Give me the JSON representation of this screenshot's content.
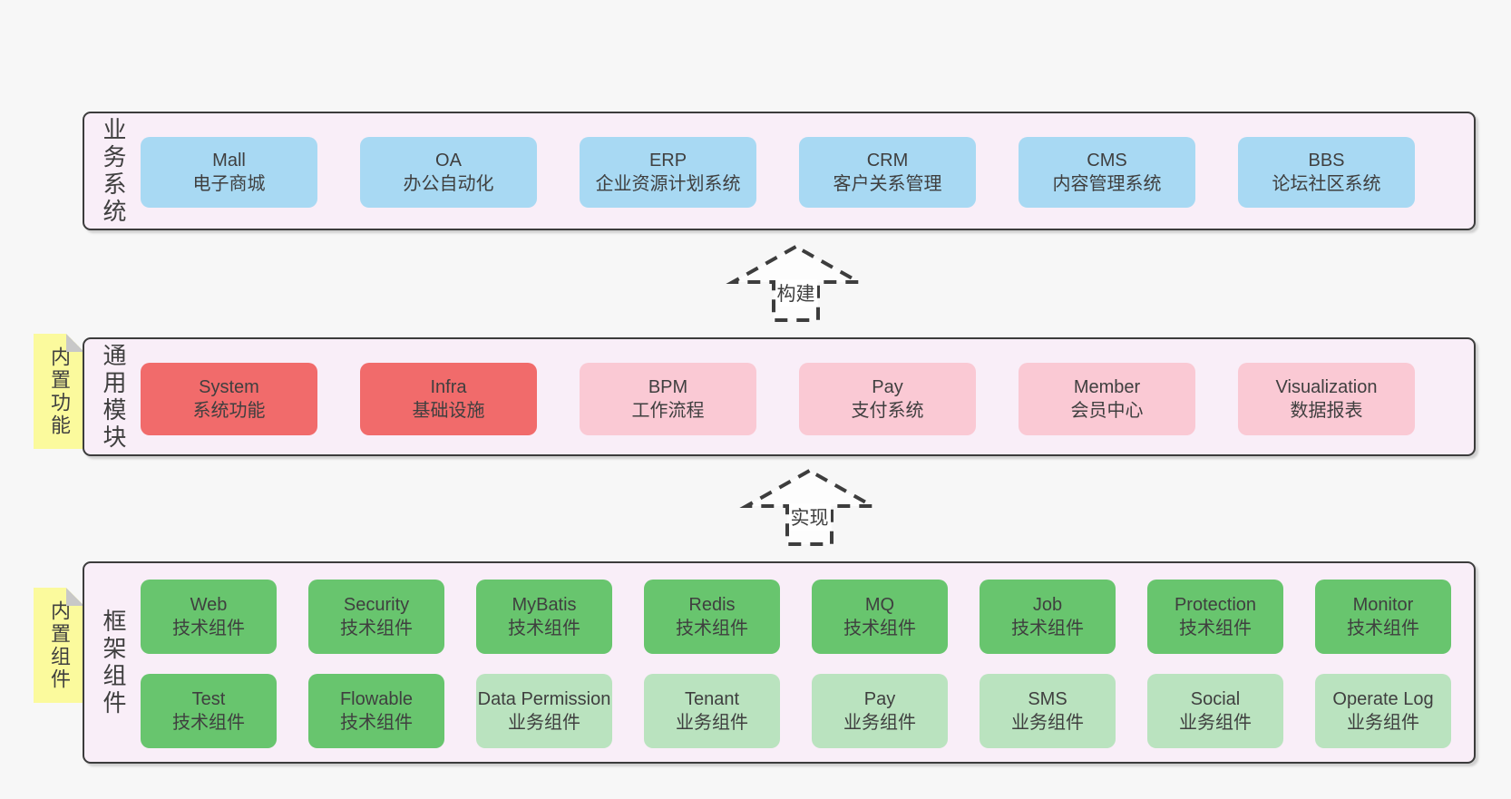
{
  "colors": {
    "bg": "#f7f7f7",
    "container": "#f9eef8",
    "ink": "#3d3d3d",
    "text": "#3f3f3f",
    "blue": "#a8d9f3",
    "red": "#f16b6b",
    "pink": "#fac9d4",
    "green": "#68c56e",
    "lightgreen": "#bae3bf",
    "note": "#fbfa9d",
    "fold": "#c8c8c8"
  },
  "layers": {
    "business": {
      "label": "业务系统",
      "boxes": [
        {
          "title": "Mall",
          "subtitle": "电子商城",
          "variant": "blue"
        },
        {
          "title": "OA",
          "subtitle": "办公自动化",
          "variant": "blue"
        },
        {
          "title": "ERP",
          "subtitle": "企业资源计划系统",
          "variant": "blue"
        },
        {
          "title": "CRM",
          "subtitle": "客户关系管理",
          "variant": "blue"
        },
        {
          "title": "CMS",
          "subtitle": "内容管理系统",
          "variant": "blue"
        },
        {
          "title": "BBS",
          "subtitle": "论坛社区系统",
          "variant": "blue"
        }
      ]
    },
    "modules": {
      "label": "通用模块",
      "note": "内置功能",
      "boxes": [
        {
          "title": "System",
          "subtitle": "系统功能",
          "variant": "red"
        },
        {
          "title": "Infra",
          "subtitle": "基础设施",
          "variant": "red"
        },
        {
          "title": "BPM",
          "subtitle": "工作流程",
          "variant": "pink"
        },
        {
          "title": "Pay",
          "subtitle": "支付系统",
          "variant": "pink"
        },
        {
          "title": "Member",
          "subtitle": "会员中心",
          "variant": "pink"
        },
        {
          "title": "Visualization",
          "subtitle": "数据报表",
          "variant": "pink"
        }
      ]
    },
    "components": {
      "label": "框架组件",
      "note": "内置组件",
      "rows": [
        [
          {
            "title": "Web",
            "subtitle": "技术组件",
            "variant": "green"
          },
          {
            "title": "Security",
            "subtitle": "技术组件",
            "variant": "green"
          },
          {
            "title": "MyBatis",
            "subtitle": "技术组件",
            "variant": "green"
          },
          {
            "title": "Redis",
            "subtitle": "技术组件",
            "variant": "green"
          },
          {
            "title": "MQ",
            "subtitle": "技术组件",
            "variant": "green"
          },
          {
            "title": "Job",
            "subtitle": "技术组件",
            "variant": "green"
          },
          {
            "title": "Protection",
            "subtitle": "技术组件",
            "variant": "green"
          },
          {
            "title": "Monitor",
            "subtitle": "技术组件",
            "variant": "green"
          }
        ],
        [
          {
            "title": "Test",
            "subtitle": "技术组件",
            "variant": "green"
          },
          {
            "title": "Flowable",
            "subtitle": "技术组件",
            "variant": "green"
          },
          {
            "title": "Data Permission",
            "subtitle": "业务组件",
            "variant": "lightgreen"
          },
          {
            "title": "Tenant",
            "subtitle": "业务组件",
            "variant": "lightgreen"
          },
          {
            "title": "Pay",
            "subtitle": "业务组件",
            "variant": "lightgreen"
          },
          {
            "title": "SMS",
            "subtitle": "业务组件",
            "variant": "lightgreen"
          },
          {
            "title": "Social",
            "subtitle": "业务组件",
            "variant": "lightgreen"
          },
          {
            "title": "Operate Log",
            "subtitle": "业务组件",
            "variant": "lightgreen"
          }
        ]
      ]
    }
  },
  "arrows": {
    "build": "构建",
    "implement": "实现"
  }
}
